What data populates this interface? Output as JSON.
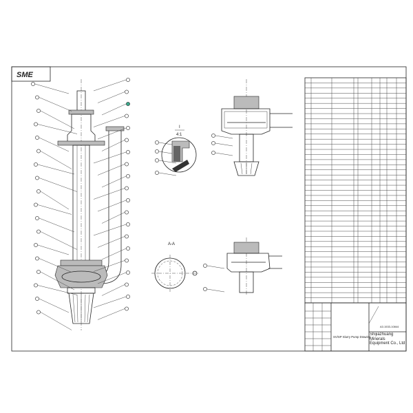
{
  "logo": {
    "text": "SME",
    "color": "#1a9a8a"
  },
  "detail": {
    "label": "I",
    "scale": "4:1"
  },
  "section": {
    "label": "A-A"
  },
  "title_block": {
    "title": "SV/SP Slurry Pump Drawing",
    "drawing_no": "A3.1533-10844",
    "company": "Shijiazhuang Minerals Equipment Co., Ltd"
  },
  "parts_table": {
    "row_count": 44
  },
  "balloons": {
    "left_count": 18,
    "right_count": 20
  }
}
